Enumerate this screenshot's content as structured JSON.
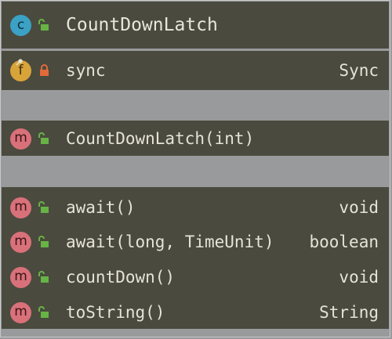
{
  "class": {
    "badge": "c",
    "name": "CountDownLatch"
  },
  "fields": [
    {
      "badge": "f",
      "name": "sync",
      "type": "Sync"
    }
  ],
  "constructors": [
    {
      "badge": "m",
      "name": "CountDownLatch(int)"
    }
  ],
  "methods": [
    {
      "badge": "m",
      "name": "await()",
      "type": "void"
    },
    {
      "badge": "m",
      "name": "await(long, TimeUnit)",
      "type": "boolean"
    },
    {
      "badge": "m",
      "name": "countDown()",
      "type": "void"
    },
    {
      "badge": "m",
      "name": "toString()",
      "type": "String"
    }
  ],
  "colors": {
    "background": "#4b4a3e",
    "separator": "#999a9b",
    "class_badge": "#3ba1c5",
    "field_badge": "#d8a43a",
    "method_badge": "#d9717a",
    "public_lock": "#67b346",
    "private_lock": "#e06a3a",
    "text": "#e6e3d8"
  },
  "icons": {
    "class": "class-icon",
    "field": "field-icon",
    "method": "method-icon",
    "public": "unlocked-public-icon",
    "private": "locked-private-icon",
    "pin": "pin-icon"
  }
}
